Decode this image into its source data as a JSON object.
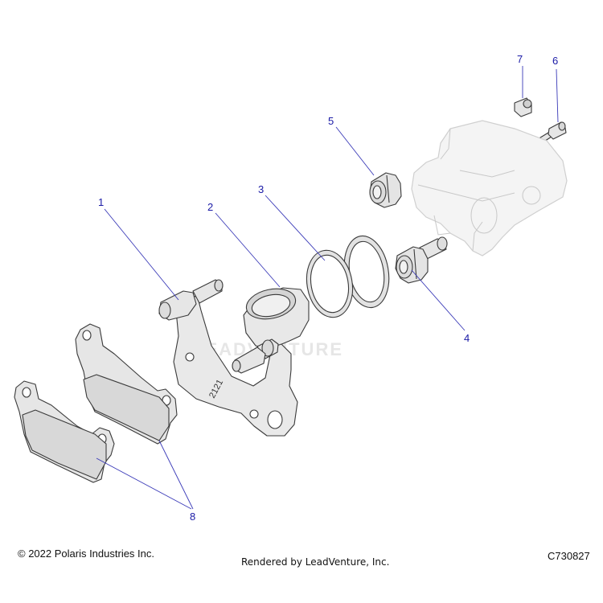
{
  "callouts": [
    {
      "number": "1",
      "part": "caliper-bracket-pins"
    },
    {
      "number": "2",
      "part": "caliper-piston"
    },
    {
      "number": "3",
      "part": "piston-seal"
    },
    {
      "number": "4",
      "part": "slide-pin-boot"
    },
    {
      "number": "5",
      "part": "slide-boot"
    },
    {
      "number": "6",
      "part": "bleeder-screw"
    },
    {
      "number": "7",
      "part": "bleeder-cap"
    },
    {
      "number": "8",
      "part": "brake-pads"
    }
  ],
  "bracket_marking": "2121",
  "watermark_text": "LEADVENTURE",
  "footer": {
    "copyright": "© 2022 Polaris Industries Inc.",
    "rendered_by": "Rendered by LeadVenture, Inc.",
    "diagram_code": "C730827"
  },
  "colors": {
    "callout": "#1a1aa6",
    "leader": "#3a3ab8",
    "part_fill": "#e9e9e9",
    "part_outline": "#3a3a3a"
  }
}
